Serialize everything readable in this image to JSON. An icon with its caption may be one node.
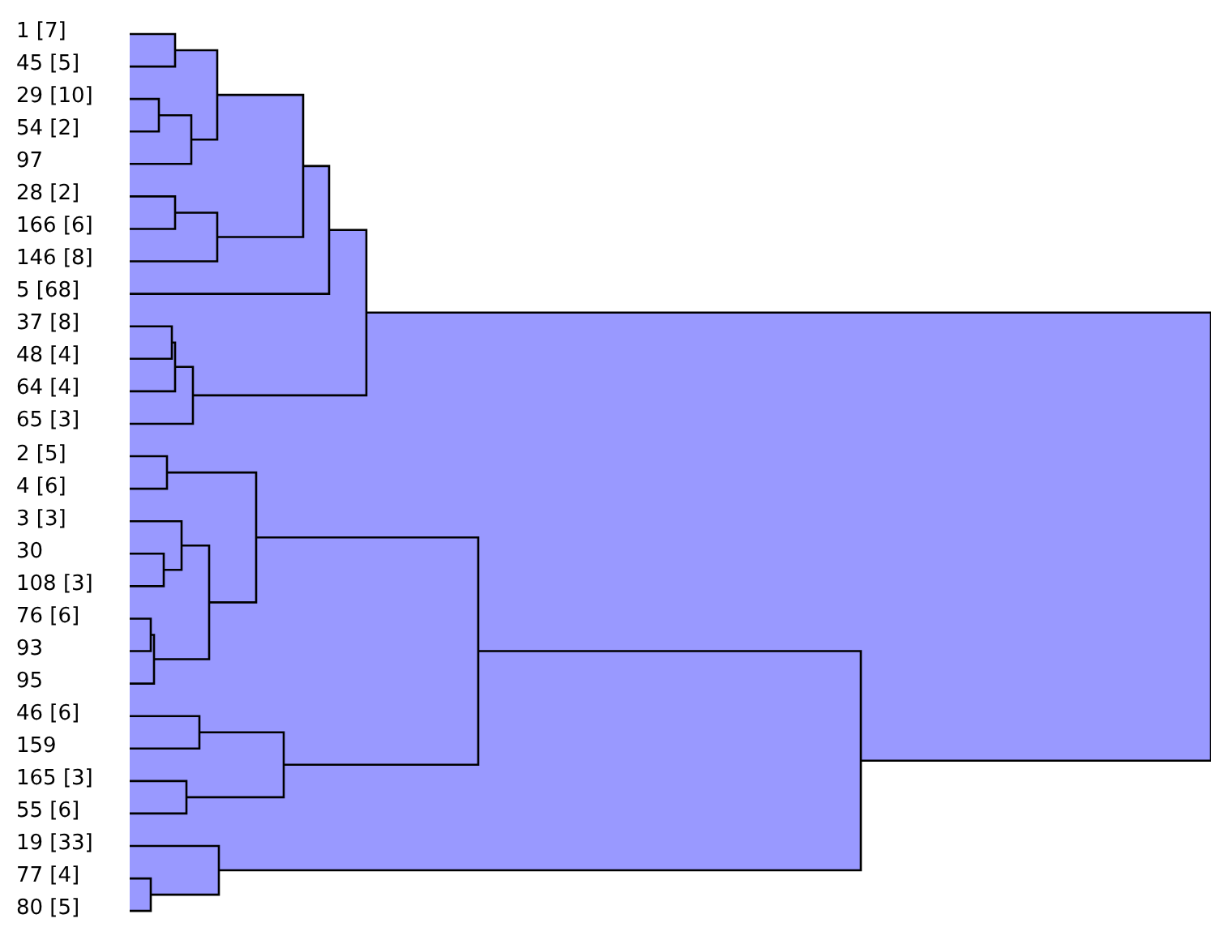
{
  "diagram": {
    "labels": [
      "1 [7]",
      "45 [5]",
      "29 [10]",
      "54 [2]",
      "97",
      "28 [2]",
      "166 [6]",
      "146 [8]",
      "5 [68]",
      "37 [8]",
      "48 [4]",
      "64 [4]",
      "65 [3]",
      "2 [5]",
      "4 [6]",
      "3 [3]",
      "30",
      "108 [3]",
      "76 [6]",
      "93",
      "95",
      "46 [6]",
      "159",
      "165 [3]",
      "55 [6]",
      "19 [33]",
      "77 [4]",
      "80 [5]"
    ]
  }
}
